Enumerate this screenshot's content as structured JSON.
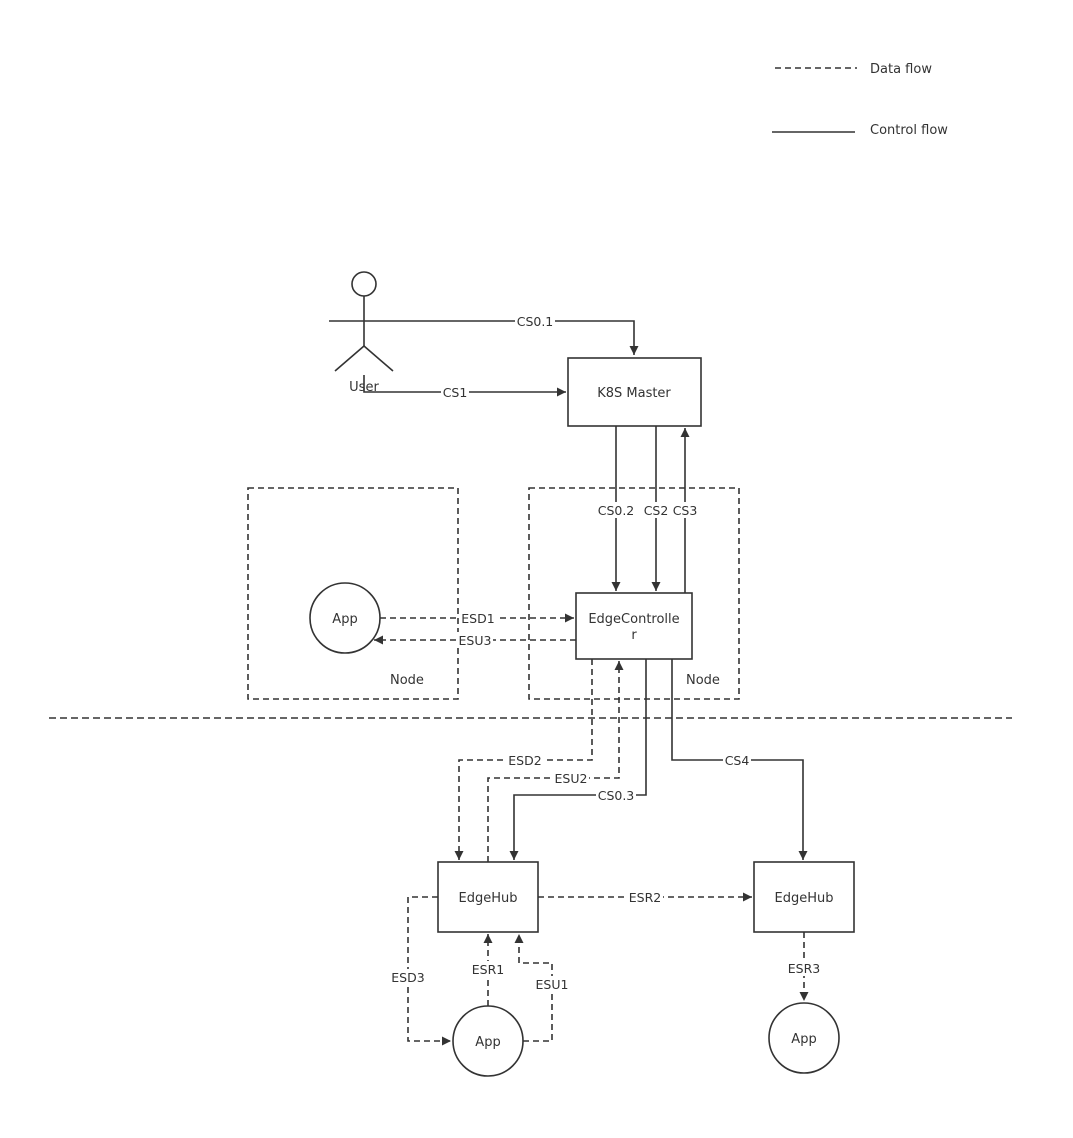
{
  "colors": {
    "stroke": "#333333",
    "background": "#ffffff",
    "text": "#333333"
  },
  "legend": {
    "data_flow": "Data flow",
    "control_flow": "Control flow"
  },
  "actor": {
    "label": "User"
  },
  "nodes": {
    "k8s_master": "K8S Master",
    "edge_controller_line1": "EdgeControlle",
    "edge_controller_line2": "r",
    "app_cloud": "App",
    "edgehub_left": "EdgeHub",
    "edgehub_right": "EdgeHub",
    "app_left": "App",
    "app_right": "App"
  },
  "groups": {
    "node_left": "Node",
    "node_right": "Node"
  },
  "edges": {
    "cs0_1": "CS0.1",
    "cs1": "CS1",
    "cs0_2": "CS0.2",
    "cs2": "CS2",
    "cs3": "CS3",
    "esd1": "ESD1",
    "esu3": "ESU3",
    "esd2": "ESD2",
    "esu2": "ESU2",
    "cs0_3": "CS0.3",
    "cs4": "CS4",
    "esr2": "ESR2",
    "esd3": "ESD3",
    "esr1": "ESR1",
    "esu1": "ESU1",
    "esr3": "ESR3"
  }
}
